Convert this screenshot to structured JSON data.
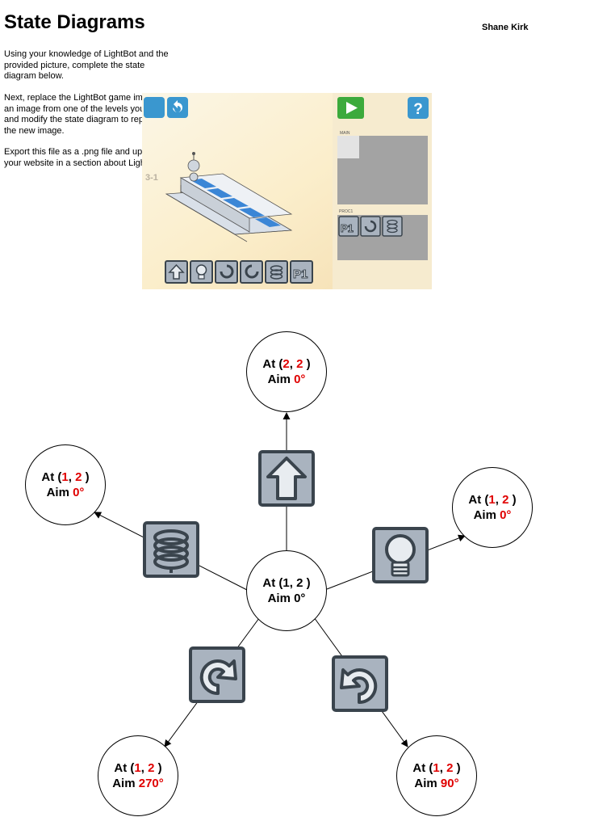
{
  "header": {
    "title": "State Diagrams",
    "author": "Shane Kirk"
  },
  "instructions": [
    "Using your knowledge of LightBot and the provided picture, complete the state diagram below.",
    "Next, replace the LightBot game image with an image from one of the levels you played and modify the state diagram to represent the new image.",
    "Export this file as a .png file and upload it to your website in a section about LightBot."
  ],
  "game": {
    "level": "3-1",
    "main_label": "MAIN",
    "proc_label": "PROC1",
    "proc_tokens": [
      "P1"
    ],
    "toolbar": [
      "forward-icon",
      "light-icon",
      "turn-left-icon",
      "turn-right-icon",
      "jump-icon",
      "P1"
    ],
    "play": "▶",
    "help": "?"
  },
  "diagram": {
    "center": {
      "at_prefix": "At (1, 2 )",
      "aim_prefix": "Aim 0°"
    },
    "top": {
      "x": "2",
      "y": "2",
      "aim": "0°",
      "command": "forward"
    },
    "left": {
      "x": "1",
      "y": "2",
      "aim": "0°",
      "command": "jump"
    },
    "right": {
      "x": "1",
      "y": "2",
      "aim": "0°",
      "command": "light"
    },
    "bottom_left": {
      "x": "1",
      "y": "2",
      "aim": "270°",
      "command": "turn-right"
    },
    "bottom_right": {
      "x": "1",
      "y": "2",
      "aim": "90°",
      "command": "turn-left"
    },
    "labels": {
      "at": "At (",
      "sep": ", ",
      "close": " )",
      "aim": "Aim "
    }
  },
  "colors": {
    "highlight": "#e00000",
    "icon_fill": "#a9b3bf",
    "icon_border": "#3a444d"
  }
}
